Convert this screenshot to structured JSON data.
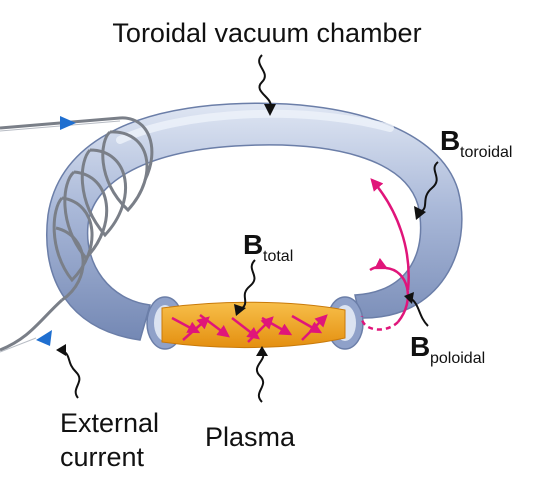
{
  "labels": {
    "chamber": "Toroidal vacuum chamber",
    "b_symbol": "B",
    "b_toroidal_sub": "toroidal",
    "b_total_sub": "total",
    "b_poloidal_sub": "poloidal",
    "external_line1": "External",
    "external_line2": "current",
    "plasma": "Plasma"
  },
  "colors": {
    "tube": "#a9b8d8",
    "tube_dark": "#7f93bd",
    "coil": "#7a7f88",
    "plasma": "#f0a020",
    "field_arrows": "#e0157a",
    "current_arrows": "#1f6fd0",
    "text": "#111111"
  },
  "icons": {
    "current_direction": "arrowhead-icon",
    "field_direction": "arrowhead-icon"
  }
}
